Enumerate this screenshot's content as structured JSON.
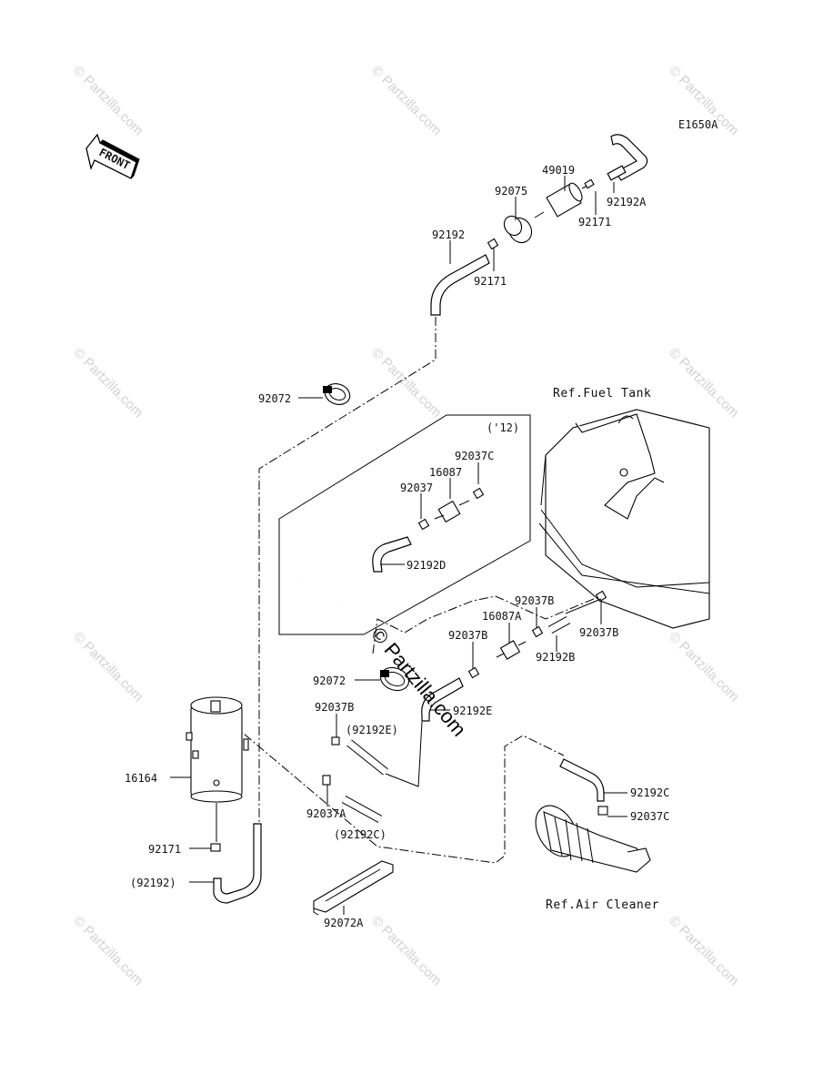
{
  "diagram_code": "E1650A",
  "front_label": "FRONT",
  "variant_box_label": "('12)",
  "watermark": "© Partzilla.com",
  "references": {
    "fuel_tank": "Ref.Fuel Tank",
    "air_cleaner": "Ref.Air Cleaner"
  },
  "parts": {
    "p49019": "49019",
    "p92075": "92075",
    "p92192A": "92192A",
    "p92171_top": "92171",
    "p92192": "92192",
    "p92171_mid": "92171",
    "p92072_top": "92072",
    "p92037C_box": "92037C",
    "p16087": "16087",
    "p92037_box": "92037",
    "p92192D": "92192D",
    "p92037B_r1": "92037B",
    "p16087A": "16087A",
    "p92037B_r2": "92037B",
    "p92037B_r3": "92037B",
    "p92192B": "92192B",
    "p92072_mid": "92072",
    "p92192E": "92192E",
    "p92037B_left": "92037B",
    "p92192E_paren": "(92192E)",
    "p16164": "16164",
    "p92037A": "92037A",
    "p92192C_paren": "(92192C)",
    "p92192C": "92192C",
    "p92037C_right": "92037C",
    "p92171_bottom": "92171",
    "p92192_paren": "(92192)",
    "p92072A": "92072A"
  }
}
